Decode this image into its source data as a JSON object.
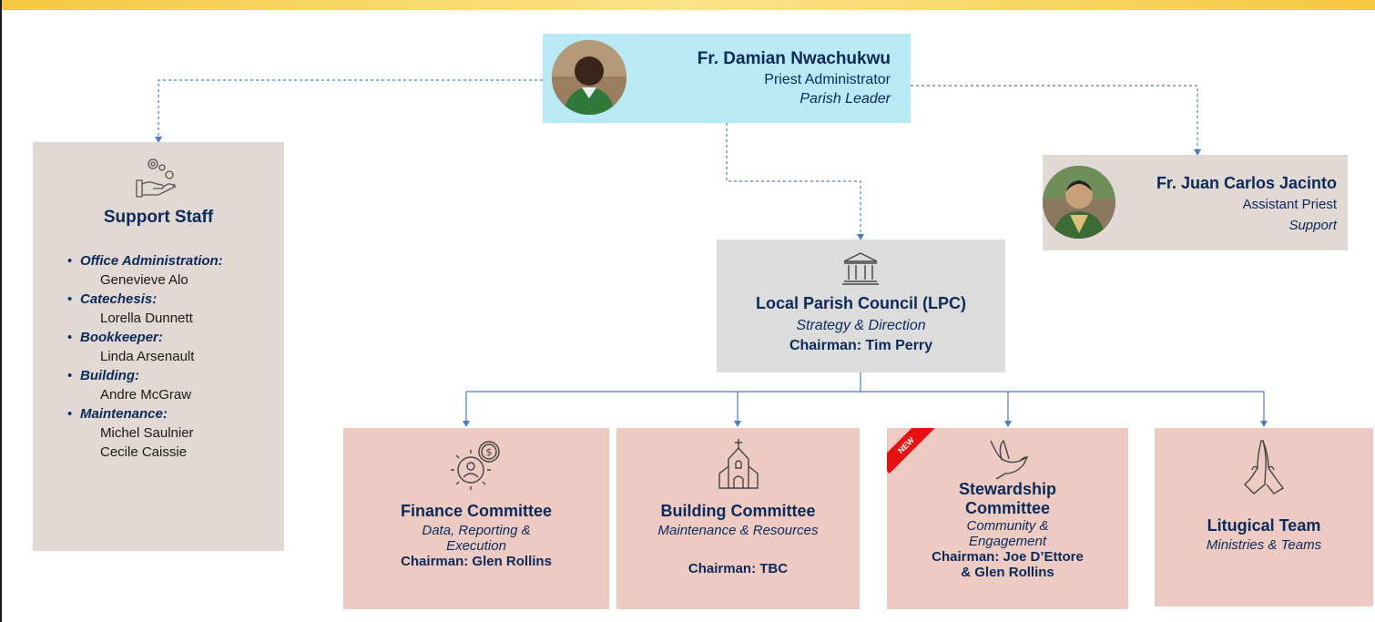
{
  "leader": {
    "name": "Fr. Damian Nwachukwu",
    "role": "Priest Administrator",
    "subrole": "Parish Leader"
  },
  "assistant": {
    "name": "Fr. Juan Carlos Jacinto",
    "role": "Assistant Priest",
    "subrole": "Support"
  },
  "support_staff": {
    "title": "Support Staff",
    "items": [
      {
        "role": "Office Administration:",
        "names": [
          "Genevieve Alo"
        ]
      },
      {
        "role": "Catechesis:",
        "names": [
          "Lorella Dunnett"
        ]
      },
      {
        "role": "Bookkeeper:",
        "names": [
          "Linda Arsenault"
        ]
      },
      {
        "role": "Building:",
        "names": [
          "Andre McGraw"
        ]
      },
      {
        "role": "Maintenance:",
        "names": [
          "Michel Saulnier",
          "Cecile Caissie"
        ]
      }
    ]
  },
  "lpc": {
    "title": "Local Parish Council (LPC)",
    "subtitle": "Strategy & Direction",
    "chair": "Chairman: Tim Perry"
  },
  "committees": {
    "finance": {
      "title": "Finance Committee",
      "subtitle_1": "Data, Reporting &",
      "subtitle_2": "Execution",
      "chair": "Chairman: Glen Rollins"
    },
    "building": {
      "title": "Building Committee",
      "subtitle": "Maintenance & Resources",
      "chair": "Chairman: TBC"
    },
    "stewardship": {
      "badge": "NEW",
      "title_1": "Stewardship",
      "title_2": "Committee",
      "subtitle_1": "Community &",
      "subtitle_2": "Engagement",
      "chair_1": "Chairman: Joe D’Ettore",
      "chair_2": "& Glen Rollins"
    },
    "liturgical": {
      "title": "Litugical Team",
      "subtitle": "Ministries & Teams"
    }
  },
  "colors": {
    "navy": "#0b2a5a",
    "leader_bg": "#b8e9f4",
    "staff_bg": "#e2d8d4",
    "council_bg": "#dcdcdc",
    "committee_bg": "#edcbc3",
    "connector": "#4a7cc4",
    "badge": "#e81010"
  }
}
